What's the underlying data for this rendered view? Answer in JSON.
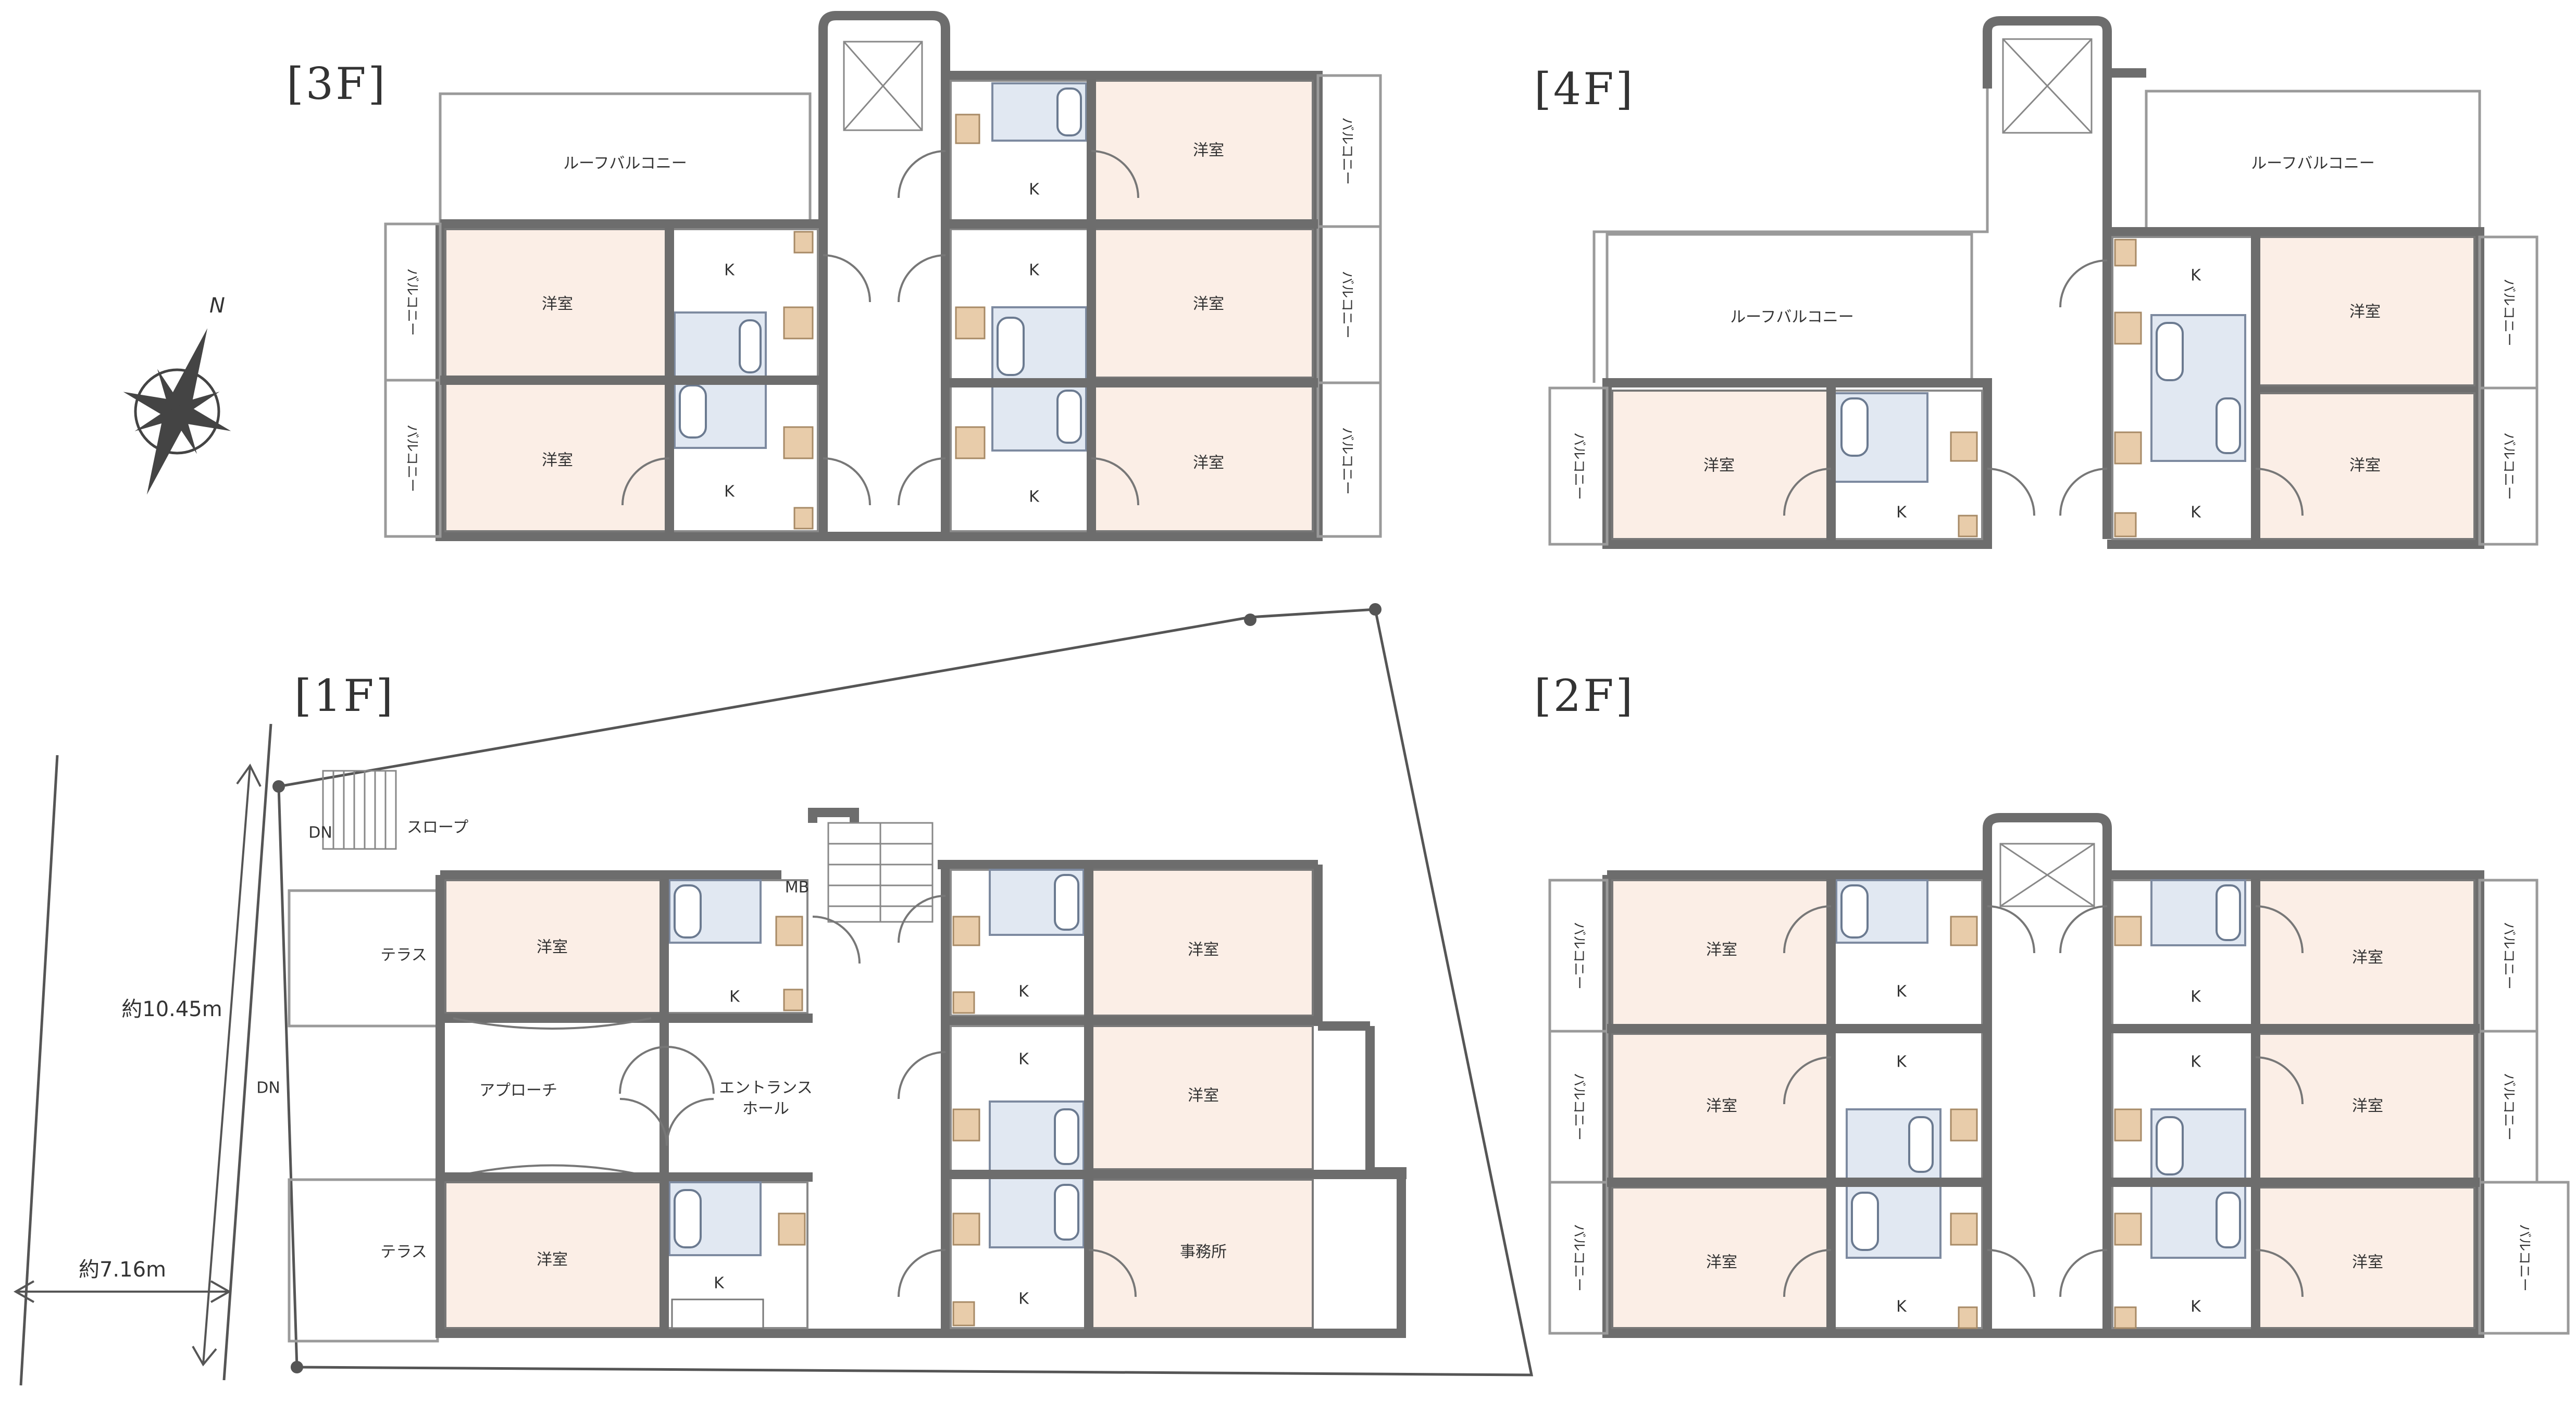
{
  "floors": {
    "f3": {
      "label": "[3F]"
    },
    "f4": {
      "label": "[4F]"
    },
    "f1": {
      "label": "[1F]"
    },
    "f2": {
      "label": "[2F]"
    }
  },
  "labels": {
    "western_room": "洋室",
    "kitchen": "K",
    "balcony": "バルコニー",
    "roof_balcony": "ルーフバルコニー",
    "terrace": "テラス",
    "approach": "アプローチ",
    "entrance_hall_1": "エントランス",
    "entrance_hall_2": "ホール",
    "office": "事務所",
    "slope": "スロープ",
    "meter": "MB",
    "dn": "DN"
  },
  "dimensions": {
    "vertical": "約10.45m",
    "horizontal": "約7.16m"
  },
  "compass": {
    "north": "N",
    "icon": "compass-rose-icon"
  },
  "colors": {
    "room_fill": "#fbeee6",
    "bath_fill": "#e1e8f2",
    "wall": "#6d6d6d",
    "accent_tan": "#e8ccaa"
  }
}
